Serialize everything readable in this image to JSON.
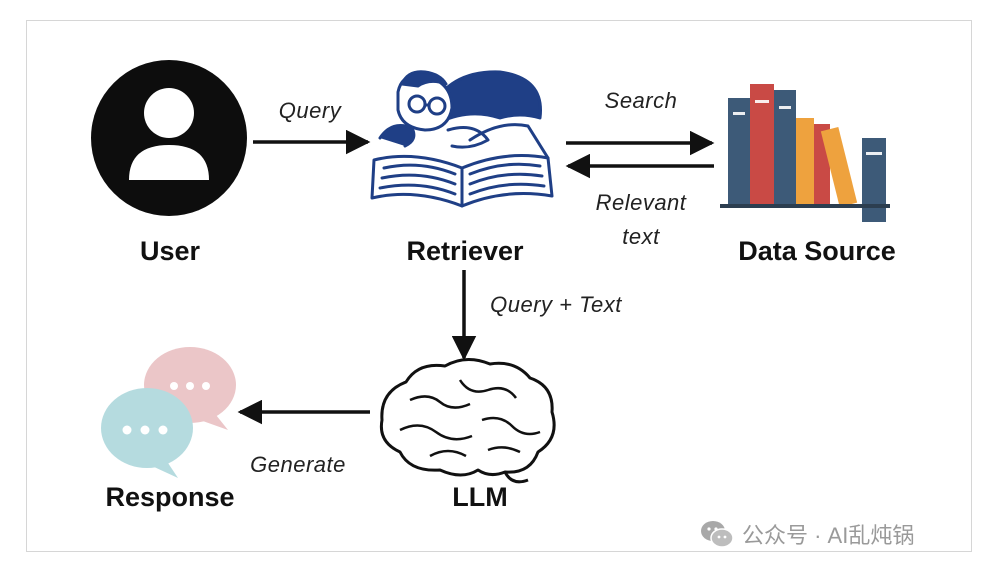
{
  "nodes": {
    "user": "User",
    "retriever": "Retriever",
    "data_source": "Data Source",
    "llm": "LLM",
    "response": "Response"
  },
  "edges": {
    "query": "Query",
    "search": "Search",
    "relevant_line1": "Relevant",
    "relevant_line2": "text",
    "query_text": "Query + Text",
    "generate": "Generate"
  },
  "icons": {
    "user": "person-avatar-icon",
    "retriever": "reader-with-book-icon",
    "data_source": "book-stack-icon",
    "llm": "brain-icon",
    "response": "chat-bubbles-icon",
    "watermark": "wechat-logo-icon"
  },
  "colors": {
    "arrow": "#111111",
    "avatar": "#0d0d0d",
    "retriever_ink": "#1f3f86",
    "book_dark": "#3d5a78",
    "book_red": "#c94a45",
    "book_orange": "#eea23e",
    "bubble_pink": "#ebc6c8",
    "bubble_blue": "#b5dbdf",
    "watermark": "#9a9a9a"
  },
  "watermark": {
    "text": "公众号 · AI乱炖锅"
  }
}
